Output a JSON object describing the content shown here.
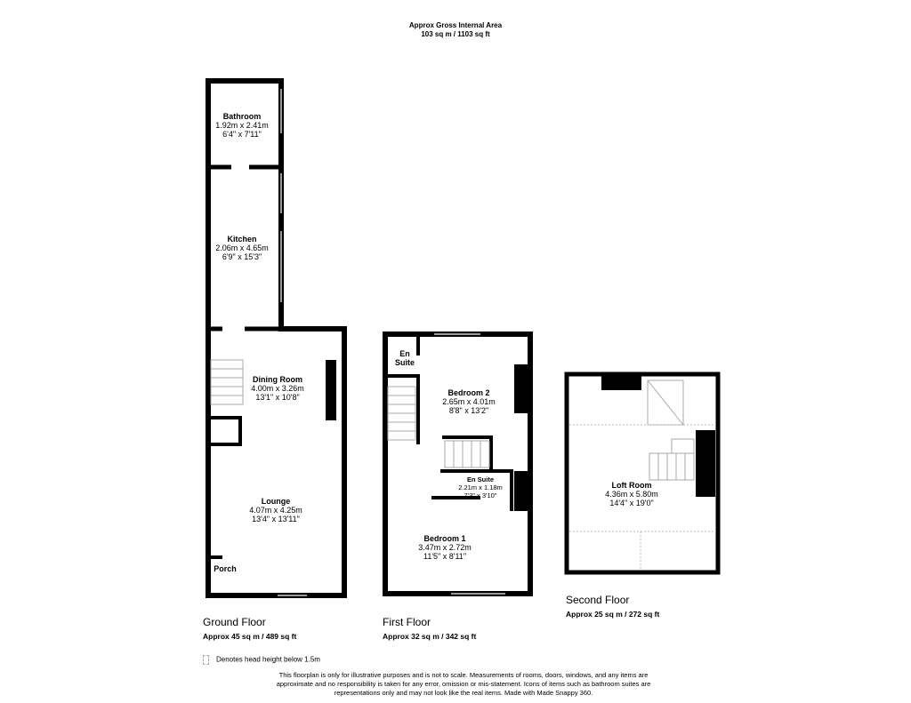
{
  "header": {
    "title": "Approx Gross Internal Area",
    "area": "103 sq m / 1103 sq ft"
  },
  "floors": [
    {
      "name": "Ground Floor",
      "area": "Approx 45 sq m / 489 sq ft",
      "rooms": [
        {
          "name": "Bathroom",
          "metric": "1.92m x 2.41m",
          "imperial": "6'4\" x 7'11\""
        },
        {
          "name": "Kitchen",
          "metric": "2.06m x 4.65m",
          "imperial": "6'9\" x 15'3\""
        },
        {
          "name": "Dining Room",
          "metric": "4.00m x 3.26m",
          "imperial": "13'1\" x 10'8\""
        },
        {
          "name": "Lounge",
          "metric": "4.07m x 4.25m",
          "imperial": "13'4\" x 13'11\""
        },
        {
          "name": "Porch"
        }
      ]
    },
    {
      "name": "First Floor",
      "area": "Approx 32 sq m / 342 sq ft",
      "rooms": [
        {
          "name": "En Suite"
        },
        {
          "name": "Bedroom 2",
          "metric": "2.65m x 4.01m",
          "imperial": "8'8\" x 13'2\""
        },
        {
          "name": "En Suite",
          "metric": "2.21m x 1.18m",
          "imperial": "7'3\" x 3'10\""
        },
        {
          "name": "Bedroom 1",
          "metric": "3.47m x 2.72m",
          "imperial": "11'5\" x 8'11\""
        }
      ]
    },
    {
      "name": "Second Floor",
      "area": "Approx 25 sq m / 272 sq ft",
      "rooms": [
        {
          "name": "Loft Room",
          "metric": "4.36m x 5.80m",
          "imperial": "14'4\" x 19'0\""
        }
      ]
    }
  ],
  "legend": {
    "icon": "dashed-box-icon",
    "text": "Denotes head height below 1.5m"
  },
  "disclaimer": "This floorplan is only for illustrative purposes and is not to scale. Measurements of rooms, doors, windows, and any items are approximate and no responsibility is taken for any error, omission or mis-statement. Icons of items such as bathroom suites are representations only and may not look like the real items. Made with Made Snappy 360."
}
